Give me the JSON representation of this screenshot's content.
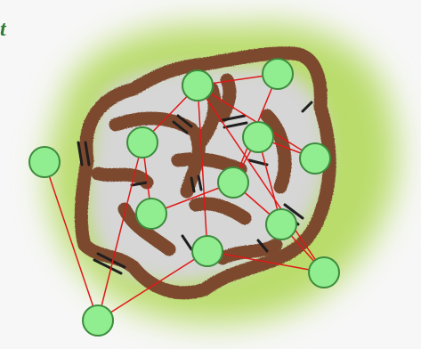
{
  "level_label_fragment": "t",
  "colors": {
    "background": "#f7f7f7",
    "grass": "#b9dc6a",
    "wall": "#7b4a2e",
    "node_fill": "#90ee90",
    "node_stroke": "#3d8b3d",
    "edge": "#e01818",
    "gap_mark": "#1f1f1f"
  },
  "nodes": [
    {
      "id": "n1"
    },
    {
      "id": "n2"
    },
    {
      "id": "n3"
    },
    {
      "id": "n4"
    },
    {
      "id": "n5"
    },
    {
      "id": "n6"
    },
    {
      "id": "n7"
    },
    {
      "id": "n8"
    },
    {
      "id": "n9"
    },
    {
      "id": "n10"
    },
    {
      "id": "n11"
    },
    {
      "id": "n12"
    },
    {
      "id": "n13"
    }
  ],
  "edges": [
    [
      "n1",
      "n2"
    ],
    [
      "n2",
      "n3"
    ],
    [
      "n3",
      "n4"
    ],
    [
      "n3",
      "n5"
    ],
    [
      "n2",
      "n6"
    ],
    [
      "n5",
      "n6"
    ],
    [
      "n5",
      "n7"
    ],
    [
      "n4",
      "n8"
    ],
    [
      "n7",
      "n8"
    ],
    [
      "n6",
      "n9"
    ],
    [
      "n9",
      "n10"
    ],
    [
      "n10",
      "n11"
    ],
    [
      "n8",
      "n11"
    ],
    [
      "n10",
      "n8"
    ],
    [
      "n12",
      "n13"
    ],
    [
      "n12",
      "n11"
    ],
    [
      "n9",
      "n13"
    ]
  ]
}
